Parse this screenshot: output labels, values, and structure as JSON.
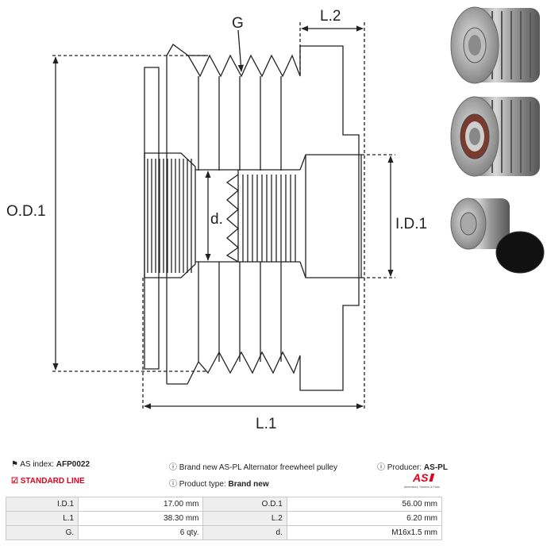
{
  "drawing": {
    "labels": {
      "g": "G",
      "l2": "L.2",
      "od1": "O.D.1",
      "id1": "I.D.1",
      "d": "d.",
      "l1": "L.1"
    }
  },
  "info": {
    "as_index_label": "AS index:",
    "as_index_value": "AFP0022",
    "line": "STANDARD LINE",
    "description": "Brand new AS-PL Alternator freewheel pulley",
    "product_type_label": "Product type:",
    "product_type_value": "Brand new",
    "producer_label": "Producer:",
    "producer_value": "AS-PL"
  },
  "logo": {
    "text": "AS",
    "tagline": "Alternators, Starters & Parts",
    "color": "#e2001a"
  },
  "specs": [
    {
      "l1": "I.D.1",
      "v1": "17.00 mm",
      "l2": "O.D.1",
      "v2": "56.00 mm"
    },
    {
      "l1": "L.1",
      "v1": "38.30 mm",
      "l2": "L.2",
      "v2": "6.20 mm"
    },
    {
      "l1": "G.",
      "v1": "6 qty.",
      "l2": "d.",
      "v2": "M16x1.5 mm"
    }
  ]
}
